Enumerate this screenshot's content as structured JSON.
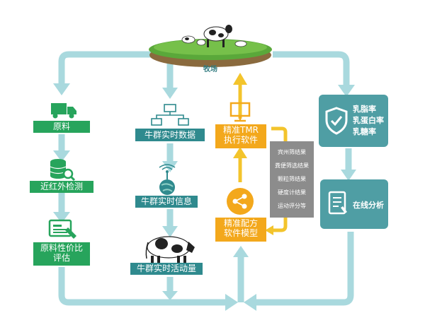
{
  "farm": {
    "label": "牧场"
  },
  "left_column": {
    "raw_material": "原料",
    "nir_detection": "近红外检测",
    "cost_evaluation": [
      "原料性价比",
      "评估"
    ]
  },
  "middle_column": {
    "herd_realtime_data": "牛群实时数据",
    "herd_realtime_info": "牛群实时信息",
    "herd_realtime_activity": "牛群实时活动量"
  },
  "tmr": {
    "execution_software": [
      "精准TMR",
      "执行软件"
    ],
    "formula_model": [
      "精准配方",
      "软件模型"
    ],
    "results": [
      "宾州筛结果",
      "粪便筛选结果",
      "颗粒筛结果",
      "硬度计结果",
      "运动评分等"
    ]
  },
  "right_column": {
    "milk_metrics": [
      "乳脂率",
      "乳蛋白率",
      "乳糖率"
    ],
    "online_analysis": "在线分析"
  },
  "colors": {
    "arrow_light": "#a9d9de",
    "green": "#27a45c",
    "teal": "#2f8a8e",
    "orange": "#f3a81c",
    "gray": "#8c8c8c",
    "card": "#4f9ea4"
  },
  "icons": [
    "truck-icon",
    "database-icon",
    "document-icon",
    "network-icon",
    "antenna-icon",
    "cow-icon",
    "monitor-icon",
    "share-icon",
    "shield-check-icon",
    "report-icon",
    "pasture-icon"
  ]
}
